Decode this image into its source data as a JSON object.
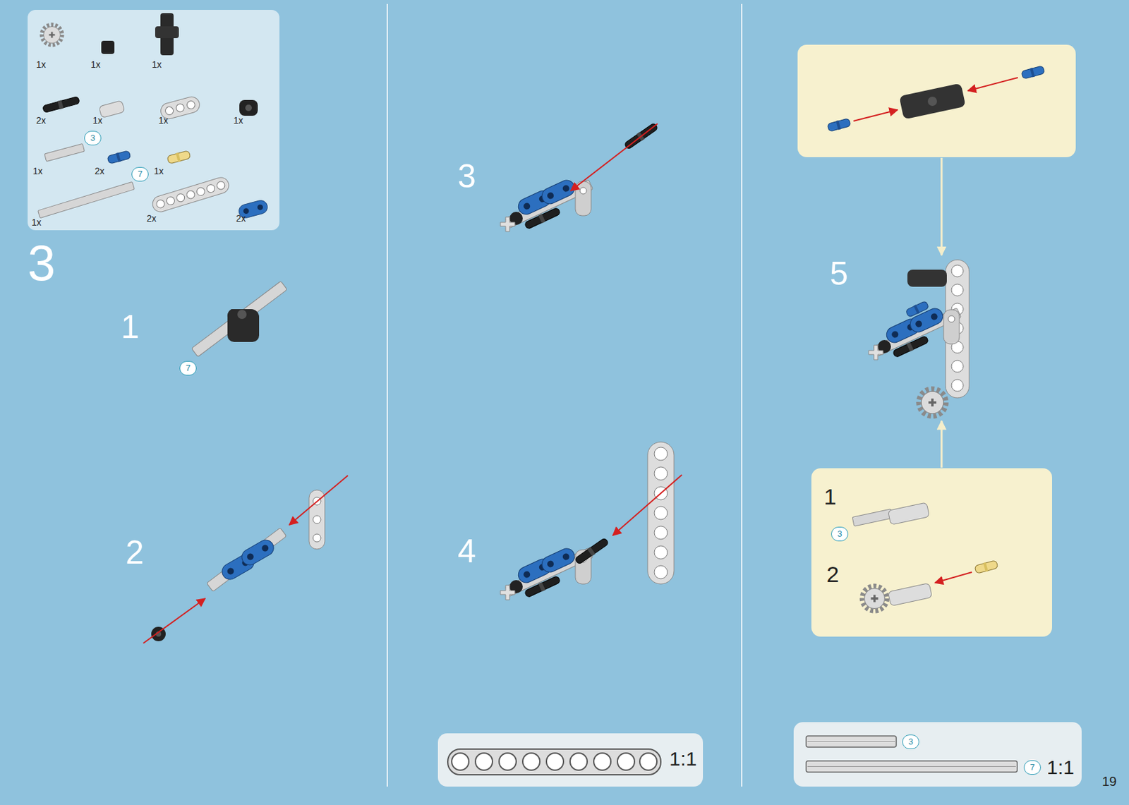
{
  "diagram": {
    "nodes": [
      {
        "text": [
          "1x",
          "1x",
          "1x",
          "2x",
          "1x",
          "1x",
          "1x",
          "1x",
          "2x",
          "1x",
          "1x",
          "2x",
          "2x"
        ]
      },
      {
        "text": [
          "3"
        ],
        "in": 0
      },
      {
        "text": [
          "7"
        ],
        "in": 0
      },
      {
        "text": [
          "7"
        ]
      },
      {
        "text": [
          "1",
          "2"
        ]
      },
      {
        "text": [
          "3"
        ],
        "in": 4
      },
      {
        "text": [
          "1:1"
        ]
      },
      {
        "text": [
          "1:1"
        ]
      },
      {
        "text": [
          "3"
        ],
        "in": 7
      },
      {
        "text": [
          "7"
        ],
        "in": 7
      }
    ],
    "labels": [
      "3",
      "1",
      "2",
      "3",
      "4",
      "5",
      "19"
    ]
  }
}
